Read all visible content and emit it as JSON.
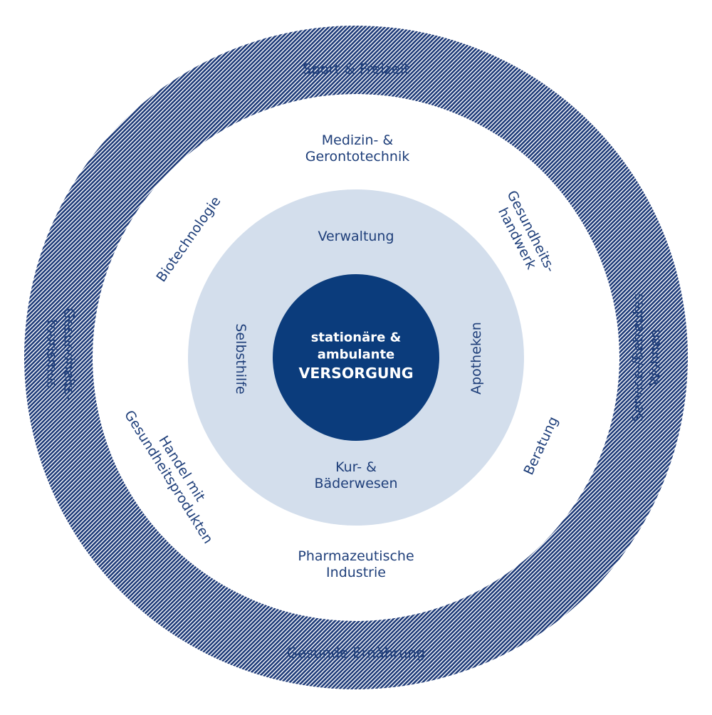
{
  "colors": {
    "outer_ring_hatch": "#1d3a78",
    "middle_ring": "#ffffff",
    "inner_ring": "#d3deec",
    "core": "#0b3c7c",
    "text": "#1f3f7a",
    "core_text": "#ffffff"
  },
  "outer_ring": {
    "top": "Sport & Freizeit",
    "right_line1": "Service-/Betreutes",
    "right_line2": "Wohnen",
    "bottom": "Gesunde Ernährung",
    "left_line1": "Gesundheits-",
    "left_line2": "tourismus"
  },
  "middle_ring": {
    "top_line1": "Medizin- &",
    "top_line2": "Gerontotechnik",
    "top_left": "Biotechnologie",
    "top_right_line1": "Gesundheits-",
    "top_right_line2": "handwerk",
    "bottom_right": "Beratung",
    "bottom_line1": "Pharmazeutische",
    "bottom_line2": "Industrie",
    "bottom_left_line1": "Handel mit",
    "bottom_left_line2": "Gesundheitsprodukten"
  },
  "inner_ring": {
    "top": "Verwaltung",
    "left": "Selbsthilfe",
    "right": "Apotheken",
    "bottom_line1": "Kur- &",
    "bottom_line2": "Bäderwesen"
  },
  "core": {
    "line1": "stationäre &",
    "line2": "ambulante",
    "line3": "VERSORGUNG"
  }
}
